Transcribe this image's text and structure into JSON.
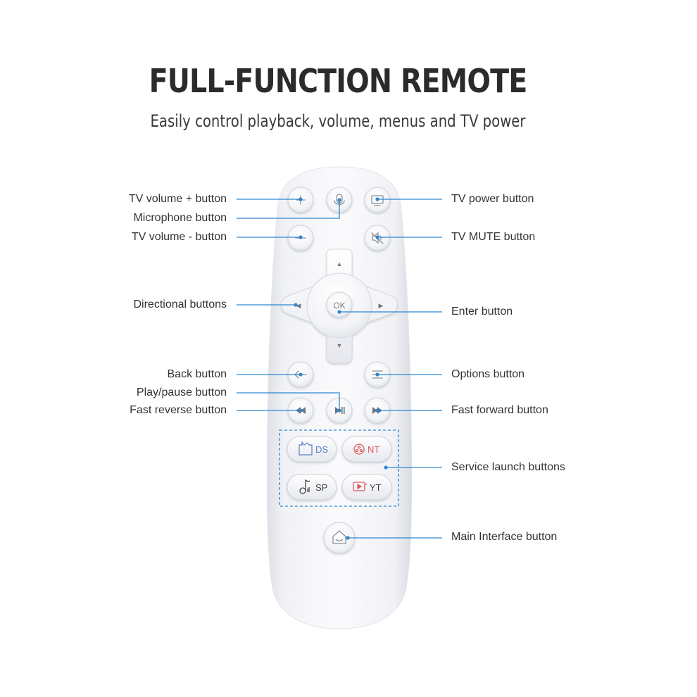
{
  "header": {
    "title": "FULL-FUNCTION REMOTE",
    "subtitle": "Easily control playback, volume, menus and TV power"
  },
  "labels": {
    "tv_volume_up": "TV volume + button",
    "microphone": "Microphone button",
    "tv_volume_down": "TV volume - button",
    "directional": "Directional buttons",
    "back": "Back button",
    "play_pause": "Play/pause button",
    "fast_reverse": "Fast reverse button",
    "tv_power": "TV power button",
    "tv_mute": "TV MUTE button",
    "enter": "Enter button",
    "options": "Options button",
    "fast_forward": "Fast forward button",
    "service_launch": "Service launch buttons",
    "main_interface": "Main Interface button"
  },
  "remote": {
    "ok_label": "OK",
    "service_buttons": {
      "ds": "DS",
      "nt": "NT",
      "sp": "SP",
      "yt": "YT"
    }
  },
  "colors": {
    "leader_line": "#2e86d1",
    "ds_text": "#5a7fc4",
    "nt_text": "#e0565a",
    "sp_text": "#444444",
    "yt_text": "#444444",
    "yt_icon": "#e0565a",
    "remote_body": "#f4f5f8"
  }
}
